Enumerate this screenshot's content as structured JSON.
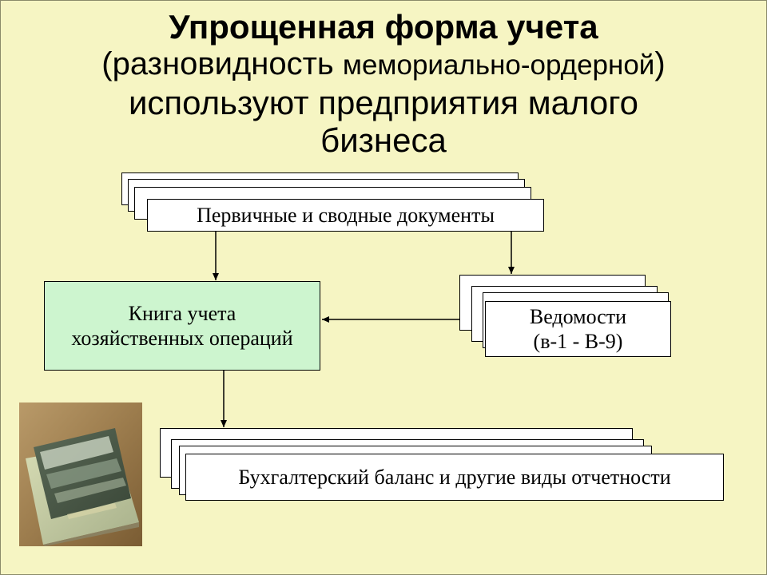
{
  "title": {
    "line1": "Упрощенная форма учета",
    "line2_open": "(разновидность ",
    "line2_small": "мемориально-ордерной",
    "line2_close": ")",
    "line3": "используют предприятия малого",
    "line4": "бизнеса"
  },
  "diagram": {
    "documents": "Первичные и сводные документы",
    "book_line1": "Книга учета",
    "book_line2": "хозяйственных операций",
    "statements_line1": "Ведомости",
    "statements_line2": "(в-1 - В-9)",
    "balance": "Бухгалтерский баланс и другие виды отчетности"
  },
  "colors": {
    "background": "#f6f5c3",
    "book_fill": "#cdf5cf"
  }
}
